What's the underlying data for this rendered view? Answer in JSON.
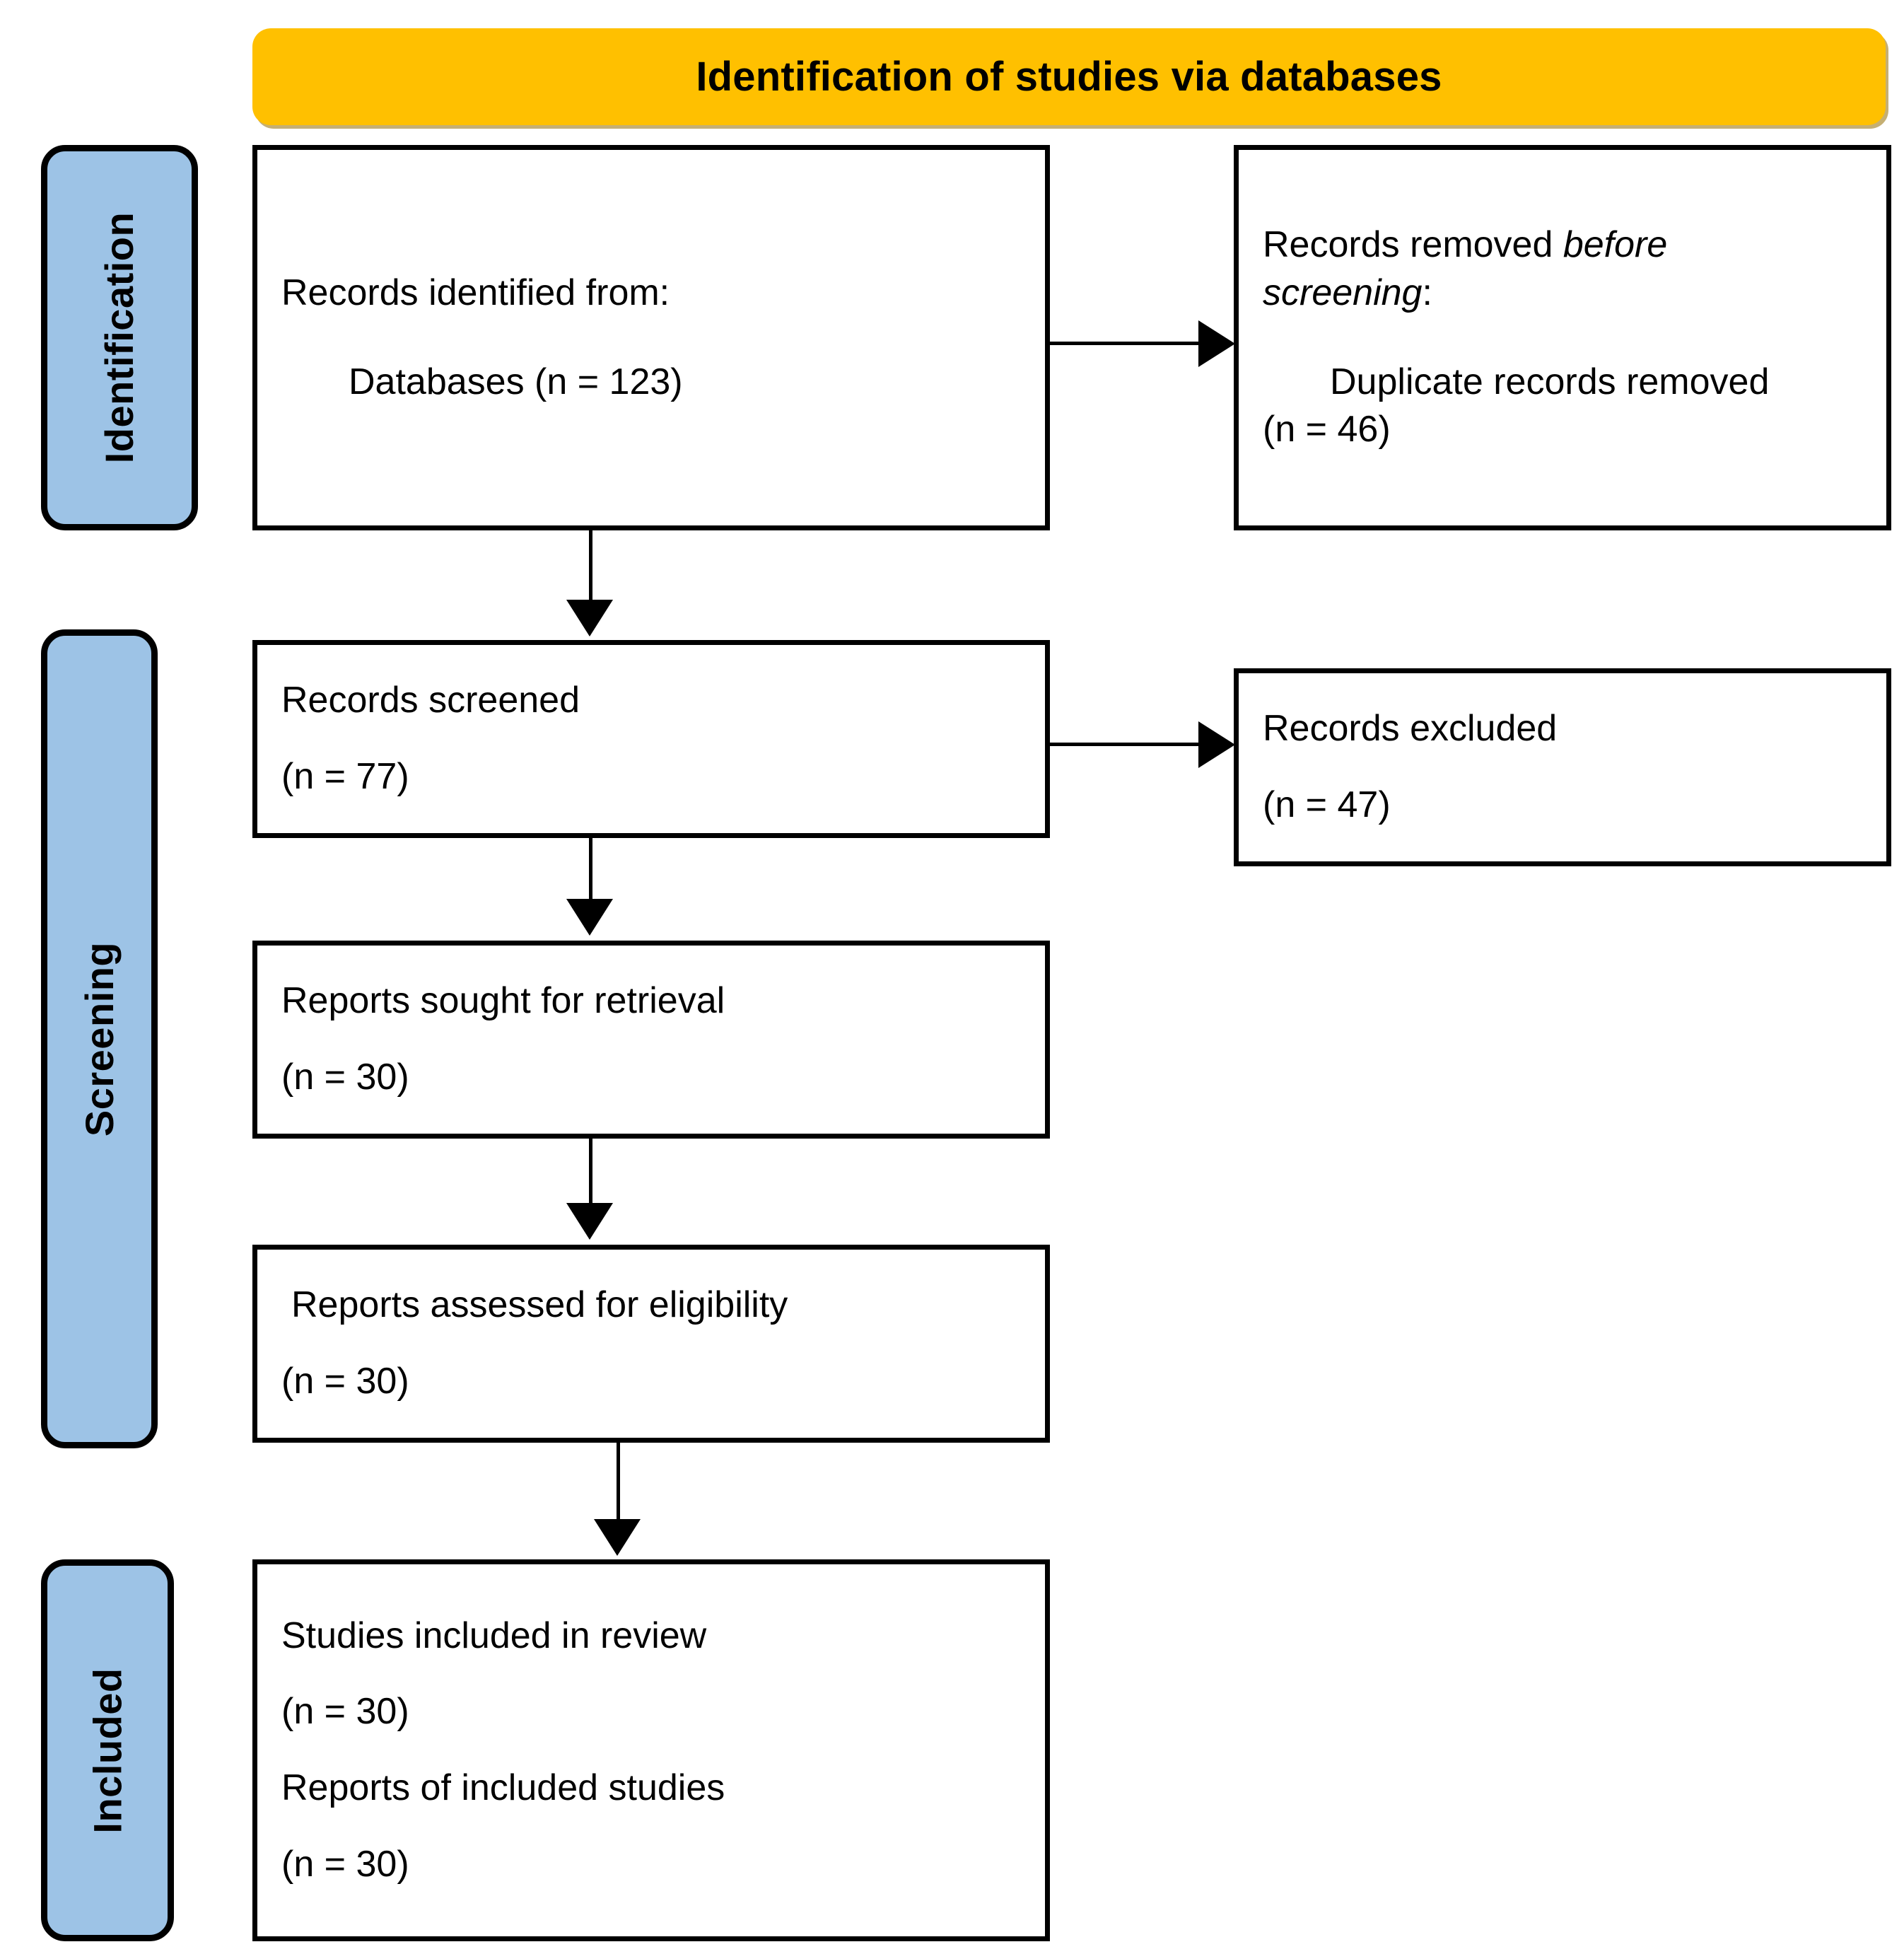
{
  "header": {
    "title": "Identification of studies via databases",
    "background_color": "#FFC000"
  },
  "phases": {
    "accent_color": "#9DC3E6",
    "items": [
      {
        "id": "identification",
        "label": "Identification"
      },
      {
        "id": "screening",
        "label": "Screening"
      },
      {
        "id": "included",
        "label": "Included"
      }
    ]
  },
  "boxes": {
    "identified": {
      "line1": "Records identified from:",
      "line2": "Databases (n = 123)"
    },
    "removed_before_screening": {
      "line1_prefix": "Records removed ",
      "line1_em": "before",
      "line2_em": "screening",
      "line2_suffix": ":",
      "line3": "Duplicate records removed",
      "line4": "(n = 46)"
    },
    "screened": {
      "line1": "Records screened",
      "line2": "(n = 77)"
    },
    "excluded": {
      "line1": "Records excluded",
      "line2": "(n = 47)"
    },
    "sought": {
      "line1": "Reports sought for retrieval",
      "line2": "(n = 30)"
    },
    "assessed": {
      "line1": "Reports assessed for eligibility",
      "line2": "(n = 30)"
    },
    "included": {
      "line1": "Studies included in review",
      "line2": "(n = 30)",
      "line3": "Reports of included studies",
      "line4": "(n = 30)"
    }
  },
  "chart_data": {
    "type": "diagram",
    "title": "Identification of studies via databases",
    "diagram_kind": "PRISMA 2020 flow diagram",
    "phases": [
      "Identification",
      "Screening",
      "Included"
    ],
    "nodes": [
      {
        "id": "identified",
        "phase": "Identification",
        "column": "left",
        "label": "Records identified from: Databases",
        "n": 123
      },
      {
        "id": "removed_before_screening",
        "phase": "Identification",
        "column": "right",
        "label": "Records removed before screening: Duplicate records removed",
        "n": 46
      },
      {
        "id": "screened",
        "phase": "Screening",
        "column": "left",
        "label": "Records screened",
        "n": 77
      },
      {
        "id": "excluded",
        "phase": "Screening",
        "column": "right",
        "label": "Records excluded",
        "n": 47
      },
      {
        "id": "sought",
        "phase": "Screening",
        "column": "left",
        "label": "Reports sought for retrieval",
        "n": 30
      },
      {
        "id": "assessed",
        "phase": "Screening",
        "column": "left",
        "label": "Reports assessed for eligibility",
        "n": 30
      },
      {
        "id": "included_studies",
        "phase": "Included",
        "column": "left",
        "label": "Studies included in review",
        "n": 30
      },
      {
        "id": "included_reports",
        "phase": "Included",
        "column": "left",
        "label": "Reports of included studies",
        "n": 30
      }
    ],
    "edges": [
      {
        "from": "identified",
        "to": "removed_before_screening",
        "direction": "right"
      },
      {
        "from": "identified",
        "to": "screened",
        "direction": "down"
      },
      {
        "from": "screened",
        "to": "excluded",
        "direction": "right"
      },
      {
        "from": "screened",
        "to": "sought",
        "direction": "down"
      },
      {
        "from": "sought",
        "to": "assessed",
        "direction": "down"
      },
      {
        "from": "assessed",
        "to": "included_studies",
        "direction": "down"
      }
    ]
  }
}
